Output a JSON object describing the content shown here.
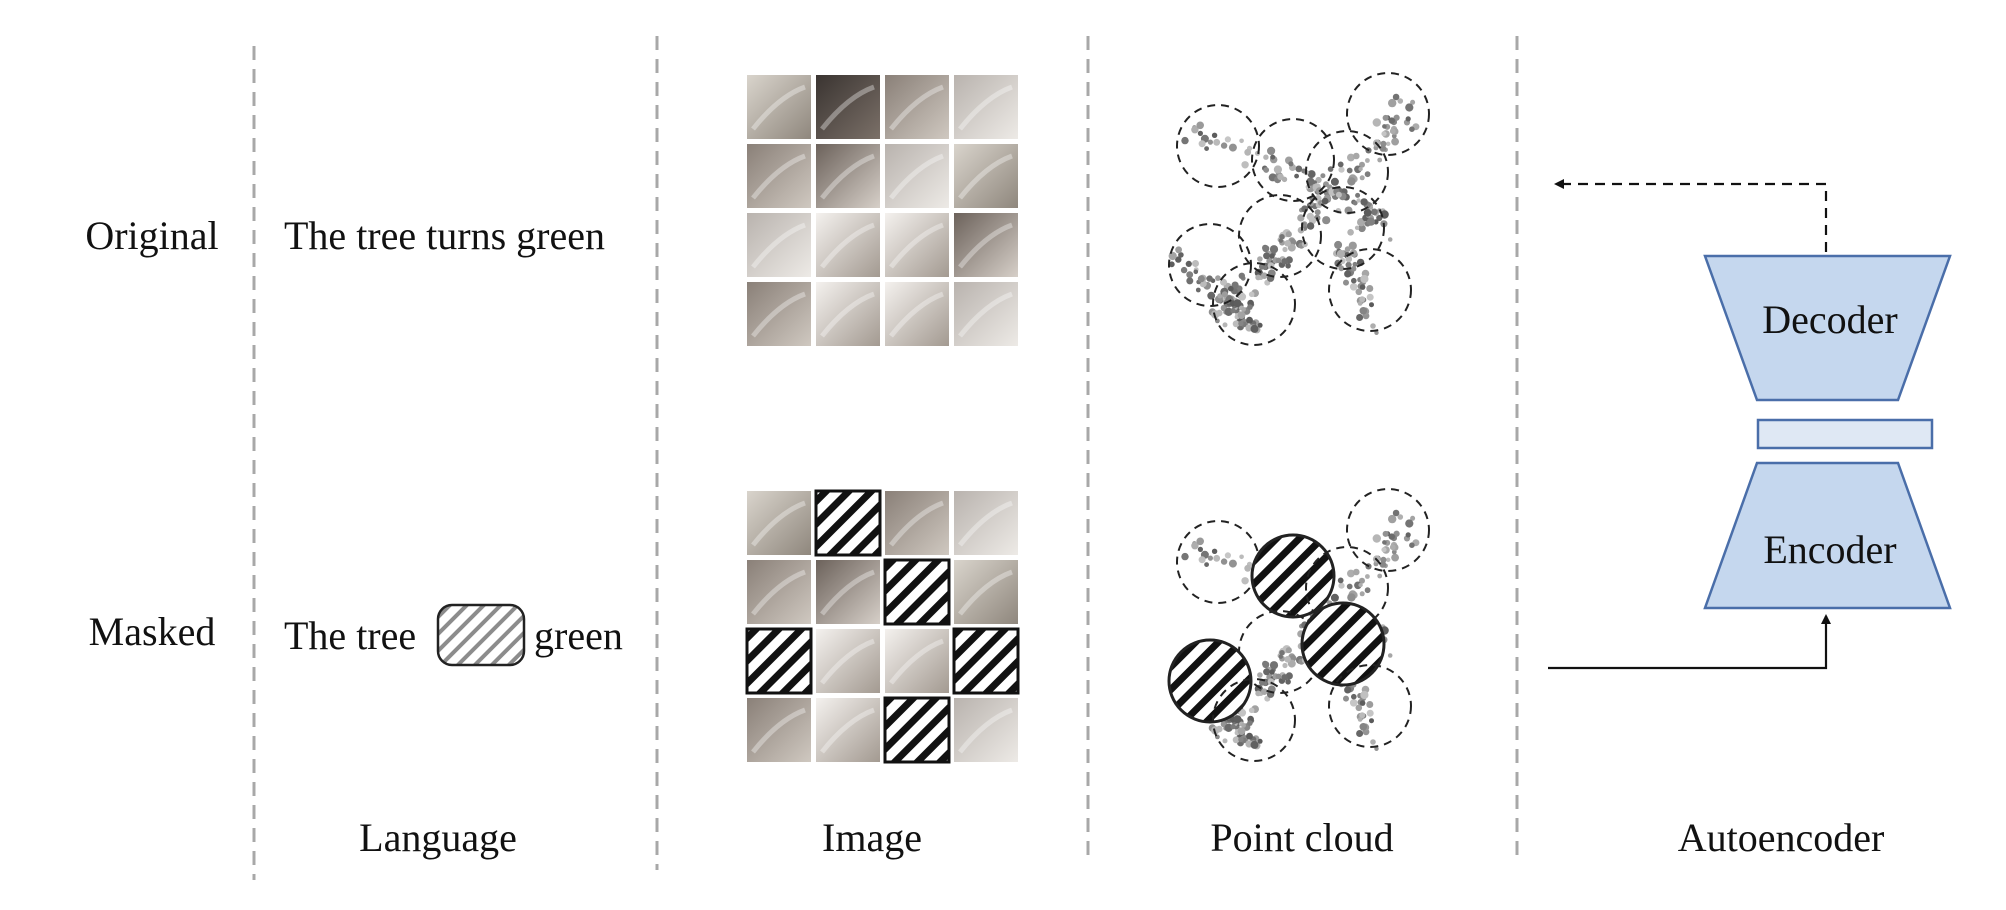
{
  "rows": {
    "original": "Original",
    "masked": "Masked"
  },
  "columns": {
    "language": "Language",
    "image": "Image",
    "point_cloud": "Point cloud",
    "autoencoder": "Autoencoder"
  },
  "language": {
    "original_sentence": "The tree turns green",
    "masked_prefix": "The tree",
    "masked_suffix": "green"
  },
  "image_grid": {
    "rows": 4,
    "cols": 4,
    "masked_cells": [
      [
        0,
        1
      ],
      [
        1,
        2
      ],
      [
        2,
        0
      ],
      [
        2,
        3
      ],
      [
        3,
        2
      ]
    ]
  },
  "autoencoder": {
    "decoder_label": "Decoder",
    "encoder_label": "Encoder",
    "decoder_fill": "#c5d7ee",
    "encoder_fill": "#c5d7ee",
    "latent_fill": "#dfe8f4",
    "stroke": "#4a6ea9"
  },
  "colors": {
    "divider": "#a8a8a8",
    "hatch": "#111111",
    "lang_mask_hatch": "#8c8c8c"
  }
}
